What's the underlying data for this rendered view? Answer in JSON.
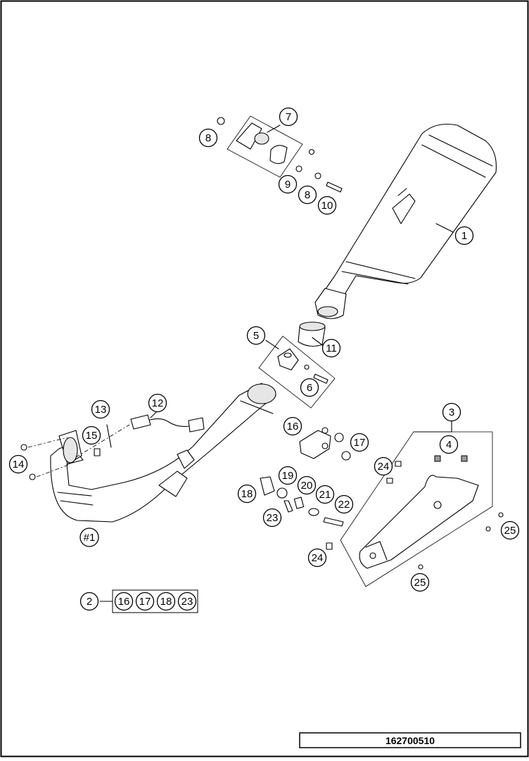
{
  "diagram": {
    "drawing_number": "162700510",
    "callouts": [
      "1",
      "2",
      "3",
      "4",
      "5",
      "6",
      "7",
      "8",
      "8",
      "9",
      "10",
      "11",
      "12",
      "13",
      "14",
      "15",
      "16",
      "17",
      "18",
      "19",
      "20",
      "21",
      "22",
      "23",
      "24",
      "24",
      "25",
      "25",
      "#1"
    ],
    "kit_group": {
      "label": "2",
      "items": [
        "16",
        "17",
        "18",
        "23"
      ]
    }
  }
}
